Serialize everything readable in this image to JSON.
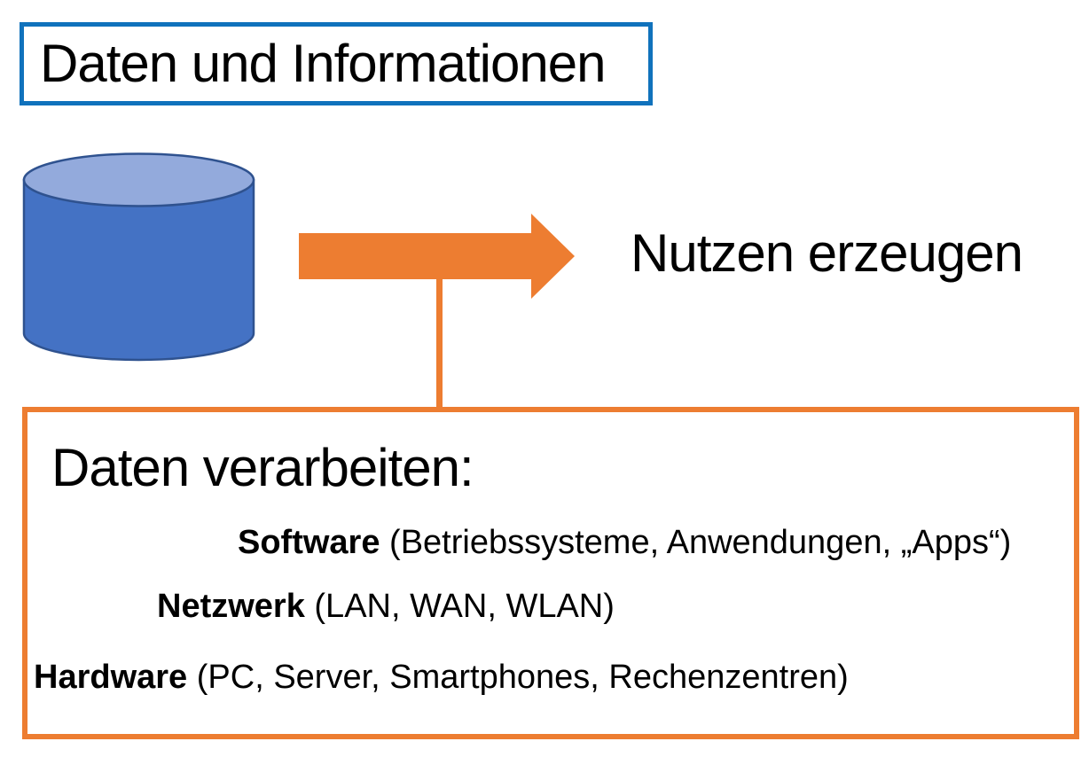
{
  "title": {
    "label": "Daten und Informationen"
  },
  "arrow_label": "Nutzen erzeugen",
  "process_box": {
    "heading": "Daten verarbeiten:",
    "items": [
      {
        "lead": "Software",
        "rest": " (Betriebssysteme, Anwendungen, „Apps“)"
      },
      {
        "lead": "Netzwerk",
        "rest": " (LAN, WAN, WLAN)"
      },
      {
        "lead": "Hardware",
        "rest": " (PC, Server, Smartphones, Rechenzentren)"
      }
    ]
  },
  "icons": {
    "database": "database-cylinder-icon",
    "arrow": "right-arrow-icon"
  },
  "colors": {
    "blue_border": "#1072BC",
    "cylinder_fill": "#4472C4",
    "cylinder_top": "#93AADC",
    "cylinder_stroke": "#2F528F",
    "orange": "#ED7D31",
    "text": "#000000"
  }
}
